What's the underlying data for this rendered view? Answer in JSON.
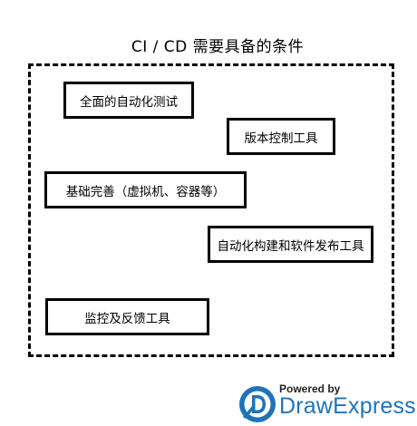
{
  "title": "CI / CD 需要具备的条件",
  "nodes": [
    {
      "label": "全面的自动化测试"
    },
    {
      "label": "版本控制工具"
    },
    {
      "label": "基础完善（虚拟机、容器等）"
    },
    {
      "label": "自动化构建和软件发布工具"
    },
    {
      "label": "监控及反馈工具"
    }
  ],
  "branding": {
    "powered_by": "Powered by",
    "name": "DrawExpress",
    "color": "#1f74b8"
  }
}
